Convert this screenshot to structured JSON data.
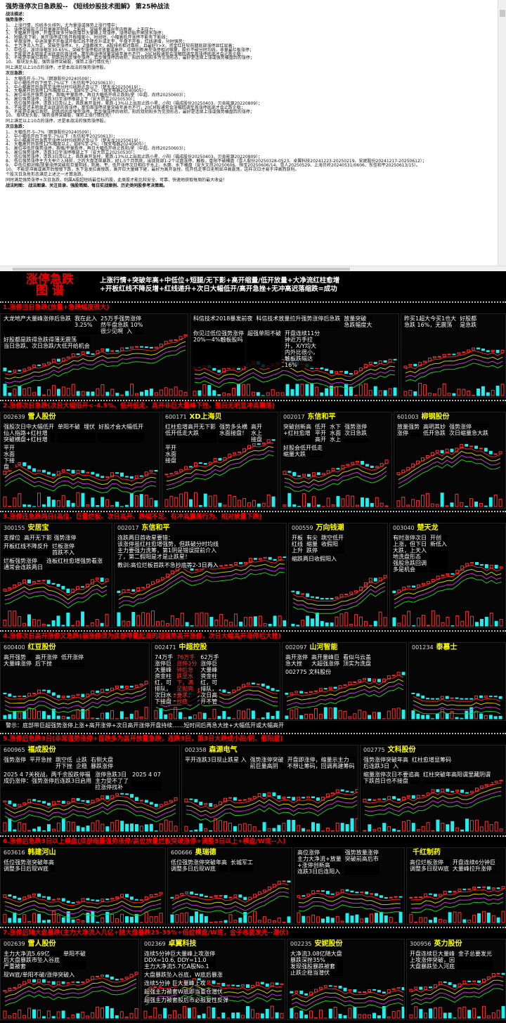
{
  "doc": {
    "title": "强势涨停次日急跌股-- 《短线炒股技术图解》 第25种战法",
    "lines": [
      {
        "t": "战法描述：",
        "k": "head"
      },
      {
        "t": "强势涨停：",
        "k": "head"
      },
      {
        "t": "1、 上涨行情，均线多头排列，尤为量涨或强势上涨行情中；",
        "k": "gap"
      },
      {
        "t": "2、 涨停突破前几日巨量高开阴线、上影线、突破年高或创年内新高，上无压力；"
      },
      {
        "t": "3、 大幅高开涨停，开盘连续多分钟放增巨大量峰上攻涨停，涨停初始开闸放水涨停；"
      },
      {
        "t": "4、 短腿/无下影，高开涨停或T板开板幅度小，时间短，小幅高低开涨停不能有下影线；"
      },
      {
        "t": "5、 早盘涨停，中途放量不开板或开板红线不降反升或走平，午盘不开板，红线递增，分时强势；"
      },
      {
        "t": "6、 主力净流入为正，突破型涨停X、Y、Z值都很大，A股排名相对靠前，且最好Y>X，资金红柱较前期底部涨停显红显高；"
      },
      {
        "t": "7、 中低位，波动涨幅宜30-65%，突破型涨停相对放量或高开，中继创新高型涨停相对缩量，股价不破分时均线，非量最烂板涨停；"
      },
      {
        "t": "8、 不能是还未明显走出底部的首涨停，那怕首涨停放量突破年高也不行，20CM股通常会深幅回调至首涨停底部才会止跌企稳；"
      },
      {
        "t": "9、 不能是中高位首阴，阴跌后的反弹型涨停，若反弹涨停后收阴，阳后双阴阳多为见顶形态，最好是连续上涨或强势横盘后的涨停；"
      },
      {
        "t": "10、 版块龙头股，强势涨停突破股，强势上涨行情优先！"
      },
      {
        "t": "同上满足以上10点的涨停，才是本战法的强势涨停股。",
        "k": "gap"
      },
      {
        "t": "次日急跌：",
        "k": "head"
      },
      {
        "t": "1、 大幅低开-5--7%（朗源股份20240509）；",
        "k": "gap"
      },
      {
        "t": "2、 中小幅低开后下挫至-7%以下（东信和平20250613）；"
      },
      {
        "t": "3、 中小幅高开后急跌至涨停分时均线附近及以下（楚天龙20250619）；"
      },
      {
        "t": "4、 大幅高开后急挫12%幅度以上，如8%至-2%；（保变电器20240905）；"
      },
      {
        "t": "5、 高位非低开强势涨停，首缩/平量跌停，再日大幅低开收止跌阳/星（中超、尚纬20250603）；"
      },
      {
        "t": "6、 高位强势涨停，连跌3日至涨停根部上下（安大昂立20250530）；"
      },
      {
        "t": "7、 低位强势涨停，连跌3日及以上，首跌高开急挫，累跌-13%以上出现止跌小星、小阳（福成股份20250403、贝肯能源20220809）；"
      },
      {
        "t": "8、 不能是还未明显走出底部的首涨停，那怕首涨停放量突破年高也不行，20CM股通常会深幅回调至首涨停底部才会止跌企稳；"
      },
      {
        "t": "9、 不能是中高位首阴，阴跌后的反弹型涨停，若反弹涨停后收阴，阳后双阴阳多为见顶形态，最好是连续上涨或强势横盘后的涨停；"
      },
      {
        "t": "10、 版块龙头股，强势涨停突破股，强势上涨行情优先！"
      },
      {
        "t": "同上满足以上10点的涨停，才是本战法的强势涨停股。",
        "k": "gap"
      },
      {
        "t": "次日急跌：",
        "k": "head"
      },
      {
        "t": "1、 大幅低开-5--7%（朗源股份20240509）；",
        "k": "gap"
      },
      {
        "t": "2、 中小幅低开后下挫至-7%以下（东信和平20250613）；"
      },
      {
        "t": "3、 中小幅高开后急跌至涨停分时均线附近及以下（楚天龙20250619）；"
      },
      {
        "t": "4、 大幅高开后急挫12%幅度以上，如8%至-2%；（保变电器20240905）；"
      },
      {
        "t": "5、 高位非低开强势涨停，首缩/平量跌停，再日大幅低开收止跌阳/星（中超、尚纬20250603）；"
      },
      {
        "t": "6、 高位强势涨停，连跌3日至涨停根部上下（安大昂立20250530）；"
      },
      {
        "t": "7、 低位强势涨停，连跌3日及以上，首跌高开急挫，累跌-13%以上出现止跌小星、小阳（福成股份20250403、贝肯能源20220809）；"
      },
      {
        "t": "8、 低位强势涨停主力大举介入排前，之后大盘连续暴跌，经1-5个月筑底，出现底部1-2个试盘涨停，触板，单阳不破横盘（雪人股份20250328-0523、卓翼科技20241223-20250219、安妮股份20241217-20250612）；"
      },
      {
        "t": "9、 中低位相对缩/放量涨停突破前巨量阴线，则高、平、低开涨停次日相应于水上、水面、水下横盘（安大文昂20250606、恒宝20250606/14、雪人20250529、上海贝岭20240531/0606、东信和平20250613/15）。"
      },
      {
        "t": "10、 不能是冲高或高开后慢慢下跌，水下急发拉高慢跌，高开巨大量峰下砸，最好为高开急挫、低开低走等日无明显冲高震荡，这样次日才易于冲高而获利。"
      },
      {
        "t": "个股次日急挫形态满足上述之一才算急跌。",
        "k": "gap"
      },
      {
        "t": "同时满足强势涨停+次日急跌，则属A股超短线最佳标的股，此类股才能比较安全、可靠、快速地获取每周的最大收益！",
        "k": "gap"
      },
      {
        "t": "战法附图： 战法图谱、关注目录、强股简图、每日实战案例、历史类同股参考决策图。",
        "k": "head"
      }
    ]
  },
  "banner": {
    "title1": "涨停急跌",
    "title2": "图 谱",
    "cap1": "上涨行情+突破年高+中低位+短腿/无下影+高开缩量/低开放量+大净流红柱愈增",
    "cap2": "+开板红线不降反增+红线递升+次日大幅低开/高开急挫+无冲高迟落缩跌=成功"
  },
  "warning": "警示：底部带巨超强势涨停上涨+高开涨停+次日高开涨停开盘持续……短时间后再急大挫+大幅低开或大幅高开",
  "sections": [
    {
      "head": "1.涨停当日急跌(放量+急跌幅度很大)",
      "panels": [
        {
          "code": "",
          "name": "",
          "notes": [
            "大龙地产大量峰涨停后急跌",
            "我在此入\n3.25%",
            "25万手强势涨停\n然午盘急跌 10%\n很少见啊  入",
            "好股都是跌得急跌得薄无震荡\n当日急跌、次日急跌/大低开给机会"
          ]
        },
        {
          "code": "",
          "name": "",
          "notes": [
            "科信技术2018暴发前夜",
            "科信技术放量拉升强势涨停后急跌",
            "放量突破\n急跌幅度大",
            "你见过低位强势涨停\n20%—4%触板股吗",
            "超强单阳不破",
            "开盘连续11分\n钟近万手拉\n升，X/Y均大\n内外比很小，\n触板跌幅达\n16%"
          ]
        },
        {
          "code": "",
          "name": "",
          "notes": [
            "昨买1超大今买1也大\n急跌 16%，无震荡",
            "好股都\n是急跌"
          ]
        }
      ]
    },
    {
      "head": "2.涨停次日急跌(次日大幅低开<-4.5%、低开低走、高开非巨大量峰下挫、整日无明显冲高震荡)",
      "panels": [
        {
          "code": "002639",
          "name": "雪人股份",
          "notes": [
            "强股次日中大幅低开\n仙人指路+红柱增\n突破横盘+红柱增",
            "单阳不破  埋伏",
            "好股才会大幅低开",
            "平开\n水面\n下接\n盘"
          ]
        },
        {
          "code": "600171",
          "name": "XD上海贝",
          "notes": [
            "红柱愈增高开无下影\n低开低走大跌",
            "强势多头横\n水面接盘！",
            "高开\n水上\n接盘",
            "平开\n水面\n接盘"
          ]
        },
        {
          "code": "002017",
          "name": "东信和平",
          "notes": [
            "突破创新高\n+红柱愈增",
            "低开  水下\n平开  水面\n高开  水上",
            "强势涨停\n次日急跌",
            "好股会低开低走\n缩量大跌"
          ]
        },
        {
          "code": "601003",
          "name": "柳钢股份",
          "notes": [
            "放量强势\n涨停",
            "高明其妙\n低开急跌",
            "强势涨停\n次日缩量急大跌"
          ]
        }
      ]
    },
    {
      "head": "3.涨停连急跌两日(高位、巨量烂板、次日高开、跌幅不足、有冲高震荡行为、相对放量下跌)",
      "panels": [
        {
          "code": "300155",
          "name": "安居宝",
          "notes": [
            "支撑位",
            "高开无下影 强势涨停",
            "开板红线不降反升",
            "烂板涨停\n首跌不入",
            "烂板强势涨停\n通常会连跌两日",
            "连板红柱愈增强势看涨"
          ]
        },
        {
          "code": "002017",
          "name": "东信和平",
          "notes": [
            "连跌两日首收星要错：\n该涨停虽红柱愈增强势，但跌破分时均线\n主力要强力洗筹，第1阴是错误提前介入\n了，第二假阳是才是止跌星！",
            "教训:高位烂板首跌不急抄底等2-3日再入"
          ]
        },
        {
          "code": "000559",
          "name": "万向钱潮",
          "notes": [
            "开板\n红线\n上升",
            "有尖\n缩量\n跌停",
            "跳空低开\n收假阳",
            "缩跌两日收假阳入"
          ]
        },
        {
          "code": "003040",
          "name": "楚天龙",
          "notes": [
            "有时涨停次日\n上涨，但下日\n大跌，上天入\n地洗盘形态\n强股急跌回调\n多是机会",
            "开创\n新低入"
          ]
        }
      ]
    },
    {
      "head": "4.涨停次日高开涨停又急跌(前涨停须为底部带量起涨的超强势高开涨停，次日大幅高开涨停后大挫)",
      "panels": [
        {
          "code": "600400",
          "name": "红豆股份",
          "notes": [
            "高开强势\n大量峰涨停",
            "高开涨停\n后下挫",
            "低开涨停"
          ]
        },
        {
          "code": "002471",
          "name": "中超控股",
          "notes": [
            "74万手\n涨停巨\n大量峰\n资金柱\n红，可\n排队，\n次日水\n下接盘",
            "76万手\n涨停3分\n钟后急\n跌至水\n下，满\n足抛完\n要求，\n抄底",
            "62万手\n涨停巨\n大量峰\n资金柱\n红，可\n排队，\n次日高\n开不管"
          ]
        },
        {
          "code": "002097",
          "name": "山河智能",
          "notes": [
            "高开涨停\n急大挫",
            "高开量峰巨\n大超强涨停",
            "看似乌云盖\n顶实为洗盘",
            "002775 文科股份"
          ]
        },
        {
          "code": "001234",
          "name": "泰慕士",
          "notes": []
        }
      ]
    },
    {
      "head": "5.涨停后急跌3日(非常强势涨停+首跌多为高开放量急跌，连跌3日，第3日大跌或小阳/阴、假阳星)",
      "panels": [
        {
          "code": "600965",
          "name": "福成股份",
          "notes": [
            "强势涨停",
            "平开急挫",
            "跳空低\n开下挫",
            "止跌\n企稳",
            "右侧大盘\n暴跌涨停",
            "2025 4 7关税战，两千余股跌停福\n成仍涨停：强势涨停后连跌3日启用",
            "涨停急跌3日\n主力受不了了\n拉涨停找补",
            "2025 4 07"
          ]
        },
        {
          "code": "002358",
          "name": "森源电气",
          "notes": [
            "平开连跌3日现止跌星 入",
            "强势涨停突破\n前巨量高阴",
            "开盘即涨停，缩量示主力\n不想让筹码，回调再建筹码"
          ]
        },
        {
          "code": "002775",
          "name": "文科股份",
          "notes": [
            "强势涨停突破年高\n后连跌3日  入",
            "红柱愈增显筹码",
            "缩量涨停次日不要追高\n下跌首日也不接盘",
            "红柱突破年高阳谓里藏阴谓"
          ]
        }
      ]
    },
    {
      "head": "6.涨停后急跌3日以上横盘(底部缩量强势涨停/高位放量烂板突破涨停+调整3日以上+横盘/W底--入)",
      "panels": [
        {
          "code": "603616",
          "name": "韩建河山",
          "notes": [
            "低位强势涨突破年高\n调整多日后现W底"
          ]
        },
        {
          "code": "600666",
          "name": "奥瑞德",
          "notes": [
            "低位强势涨停突破年高\n调整多日后现W底",
            "长城军工"
          ]
        },
        {
          "code": "",
          "name": "",
          "notes": [
            "高位涨停\n主力大净流+放量\n+涨停创新高\n连跌3日后连阳入",
            "强势放量涨停\n突破前高后市"
          ]
        },
        {
          "code": "",
          "name": "千红制药",
          "notes": [
            "高位烂板涨停\n调整多日现W底",
            "开盘连续6分钟巨\n大量峰拉升涨停"
          ]
        }
      ]
    },
    {
      "head": "7.涨停后随大盘暴跌(主力大净流入几亿+随大盘暴跌25-35%+低位横盘/W底，金子总要发光--潜伏)",
      "panels": [
        {
          "code": "002639",
          "name": "雪人股份",
          "notes": [
            "主力大净流5.69亿\n后大盘暴跌市坠入谷底\n严重被套",
            "单阳不破",
            "现W底/单阳不破/涨停突破入"
          ]
        },
        {
          "code": "002369",
          "name": "卓翼科技",
          "notes": [
            "连续5分钟巨大量峰上攻涨停\nDDX=10.6, DDY=11.0\n主力大净流5.7亿A股No.1",
            "大盘暴跌坠入谷底，W底后暴涨",
            "连续5分钟 巨大量峰上攻",
            "超强主力被套W底即当重仓潜伏",
            "超强主力被套股后市必报复性反弹"
          ]
        },
        {
          "code": "002235",
          "name": "安妮股份",
          "notes": [
            "大净流3.08亿随大盘\n暴跌深挫35%\n发现强股暴跌被套\n止跌企稳当潜伏"
          ]
        },
        {
          "code": "300956",
          "name": "英力股份",
          "notes": [
            "开盘连续巨大量峰\n上攻涨停突破，因\n大盘暴跌坠入河底",
            "金子总要发光"
          ]
        }
      ]
    }
  ]
}
